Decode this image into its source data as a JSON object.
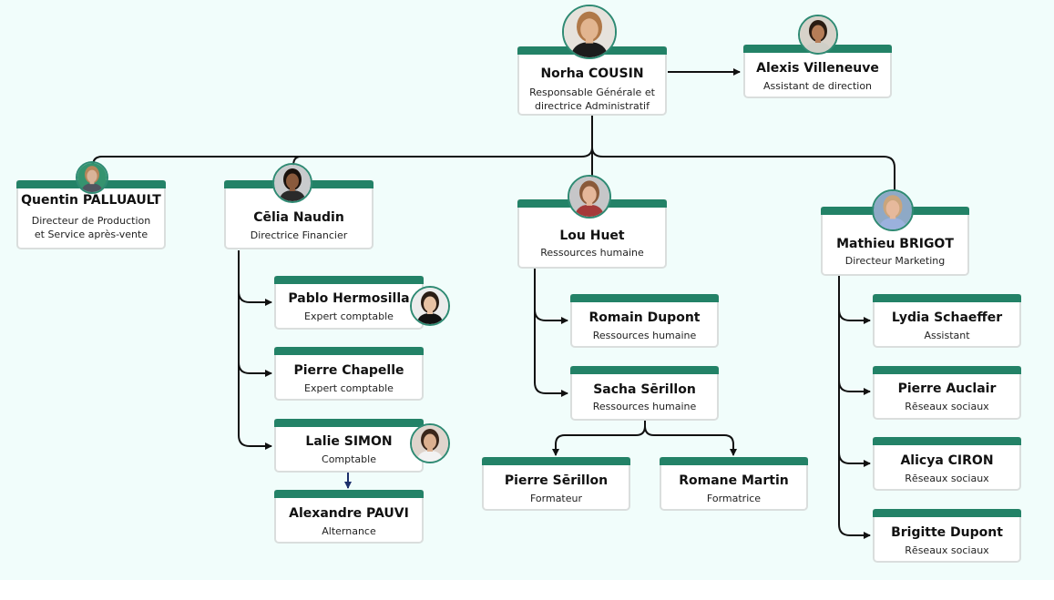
{
  "people": [
    {
      "key": "norha",
      "name": "Norha COUSIN",
      "role": [
        "Responsable Générale et",
        "directrice Administratif"
      ]
    },
    {
      "key": "alexis",
      "name": "Alexis Villeneuve",
      "role": [
        "Assistant de direction"
      ]
    },
    {
      "key": "quentin",
      "name": "Quentin PALLUAULT",
      "role": [
        "Directeur de Production",
        "et Service après-vente"
      ]
    },
    {
      "key": "celia",
      "name": "Cēlia Naudin",
      "role": [
        "Directrice Financier"
      ]
    },
    {
      "key": "lou",
      "name": "Lou Huet",
      "role": [
        "Ressources humaine"
      ]
    },
    {
      "key": "mathieu",
      "name": "Mathieu BRIGOT",
      "role": [
        "Directeur Marketing"
      ]
    },
    {
      "key": "pablo",
      "name": "Pablo Hermosilla",
      "role": [
        "Expert comptable"
      ]
    },
    {
      "key": "pierrec",
      "name": "Pierre Chapelle",
      "role": [
        "Expert comptable"
      ]
    },
    {
      "key": "lalie",
      "name": "Lalie SIMON",
      "role": [
        "Comptable"
      ]
    },
    {
      "key": "alexandre",
      "name": "Alexandre PAUVI",
      "role": [
        "Alternance"
      ]
    },
    {
      "key": "romain",
      "name": "Romain Dupont",
      "role": [
        "Ressources humaine"
      ]
    },
    {
      "key": "sacha",
      "name": "Sacha Sērillon",
      "role": [
        "Ressources humaine"
      ]
    },
    {
      "key": "pierres",
      "name": "Pierre Sērillon",
      "role": [
        "Formateur"
      ]
    },
    {
      "key": "romane",
      "name": "Romane Martin",
      "role": [
        "Formatrice"
      ]
    },
    {
      "key": "lydia",
      "name": "Lydia Schaeffer",
      "role": [
        "Assistant"
      ]
    },
    {
      "key": "pierrea",
      "name": "Pierre Auclair",
      "role": [
        "Rēseaux sociaux"
      ]
    },
    {
      "key": "alicya",
      "name": "Alicya CIRON",
      "role": [
        "Rēseaux sociaux"
      ]
    },
    {
      "key": "brigitte",
      "name": "Brigitte Dupont",
      "role": [
        "Rēseaux sociaux"
      ]
    }
  ],
  "colors": {
    "accent": "#238267",
    "background": "#f1fdfb",
    "line": "#111111",
    "alt_arrow": "#1c2f6b"
  }
}
